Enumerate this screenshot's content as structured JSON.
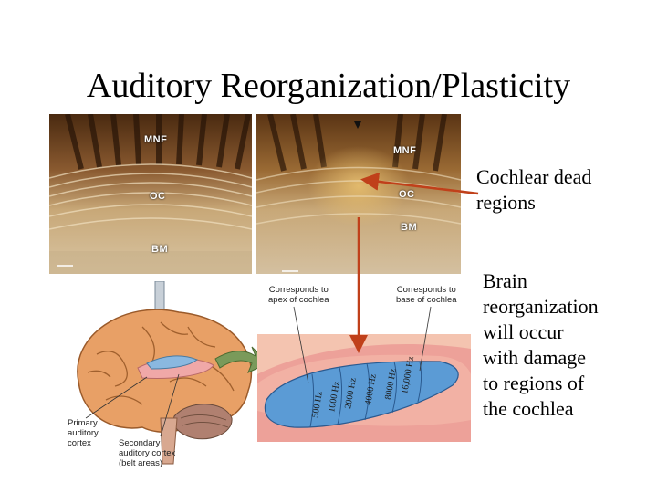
{
  "slide": {
    "title": "Auditory Reorganization/Plasticity"
  },
  "micrographs": {
    "left": {
      "mnf": "MNF",
      "oc": "OC",
      "bm": "BM"
    },
    "right": {
      "mnf": "MNF",
      "oc": "OC",
      "bm": "BM"
    }
  },
  "annotations": {
    "dead_regions": [
      "Cochlear dead",
      "regions"
    ],
    "brain_reorganization": [
      "Brain",
      "reorganization",
      "will occur",
      "with damage",
      "to regions of",
      "the cochlea"
    ]
  },
  "brain_labels": {
    "primary": [
      "Primary",
      "auditory",
      "cortex"
    ],
    "secondary": [
      "Secondary",
      "auditory cortex",
      "(belt areas)"
    ]
  },
  "tonotopy": {
    "apex": [
      "Corresponds to",
      "apex of cochlea"
    ],
    "base": [
      "Corresponds to",
      "base of cochlea"
    ],
    "frequencies": [
      "500 Hz",
      "1000 Hz",
      "2000 Hz",
      "4000 Hz",
      "8000 Hz",
      "16,000 Hz"
    ]
  },
  "colors": {
    "arrow": "#c0401a",
    "tonotopic_band": "#5b9bd5",
    "cortex_pink": "#f0a8a8"
  }
}
